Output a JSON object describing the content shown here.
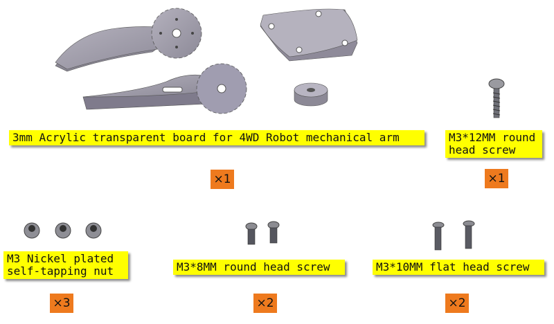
{
  "items": [
    {
      "label": "3mm Acrylic transparent board for 4WD Robot mechanical arm",
      "qty": "×1"
    },
    {
      "label": "M3*12MM round\nhead screw",
      "qty": "×1"
    },
    {
      "label": "M3 Nickel plated\nself-tapping nut",
      "qty": "×3"
    },
    {
      "label": "M3*8MM round head screw",
      "qty": "×2"
    },
    {
      "label": "M3*10MM flat head screw",
      "qty": "×2"
    }
  ],
  "colors": {
    "label_bg": "#ffff00",
    "qty_bg": "#ee7a1e"
  }
}
